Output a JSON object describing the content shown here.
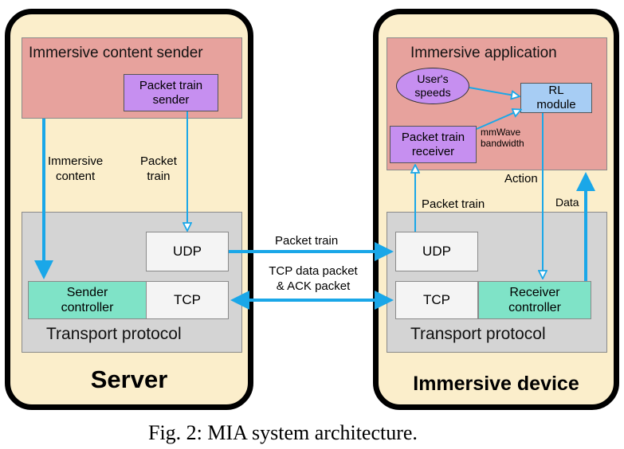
{
  "server": {
    "app_title": "Immersive content sender",
    "packet_train_sender": "Packet train\nsender",
    "immersive_content_label": "Immersive\ncontent",
    "packet_train_label": "Packet\ntrain",
    "udp": "UDP",
    "tcp": "TCP",
    "sender_controller": "Sender\ncontroller",
    "transport_title": "Transport protocol",
    "name": "Server"
  },
  "device": {
    "app_title": "Immersive application",
    "users_speeds": "User's\nspeeds",
    "rl_module": "RL\nmodule",
    "mmwave_bandwidth": "mmWave\nbandwidth",
    "packet_train_receiver": "Packet train\nreceiver",
    "action_label": "Action",
    "packet_train_label": "Packet train",
    "data_label": "Data",
    "udp": "UDP",
    "tcp": "TCP",
    "receiver_controller": "Receiver\ncontroller",
    "transport_title": "Transport protocol",
    "name": "Immersive device"
  },
  "links": {
    "packet_train": "Packet train",
    "tcp_packets": "TCP data packet\n& ACK packet"
  },
  "caption": "Fig. 2: MIA system architecture.",
  "colors": {
    "arrow": "#1aa7e8",
    "panel_bg": "#fbeecb",
    "app_bg": "#e7a29d",
    "transport_bg": "#d4d4d4",
    "controller": "#7fe3c7",
    "purple": "#c68ff0",
    "rl_blue": "#a7cdf4"
  }
}
